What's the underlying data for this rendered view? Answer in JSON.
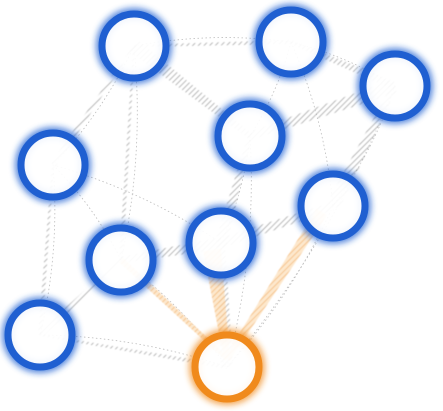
{
  "colors": {
    "background": "#ffffff",
    "node_blue": "#1f5fd1",
    "node_orange": "#f08a1c",
    "edge_dark": "#2a2a2a",
    "edge_orange": "#f6c78e"
  },
  "nodes": [
    {
      "id": "node-1",
      "state": "unselected"
    },
    {
      "id": "node-2",
      "state": "unselected"
    },
    {
      "id": "node-3",
      "state": "unselected"
    },
    {
      "id": "node-4",
      "state": "unselected"
    },
    {
      "id": "node-5",
      "state": "unselected"
    },
    {
      "id": "node-6",
      "state": "unselected"
    },
    {
      "id": "node-7",
      "state": "unselected"
    },
    {
      "id": "node-8",
      "state": "unselected"
    },
    {
      "id": "node-9",
      "state": "unselected"
    },
    {
      "id": "node-10",
      "state": "selected"
    }
  ]
}
